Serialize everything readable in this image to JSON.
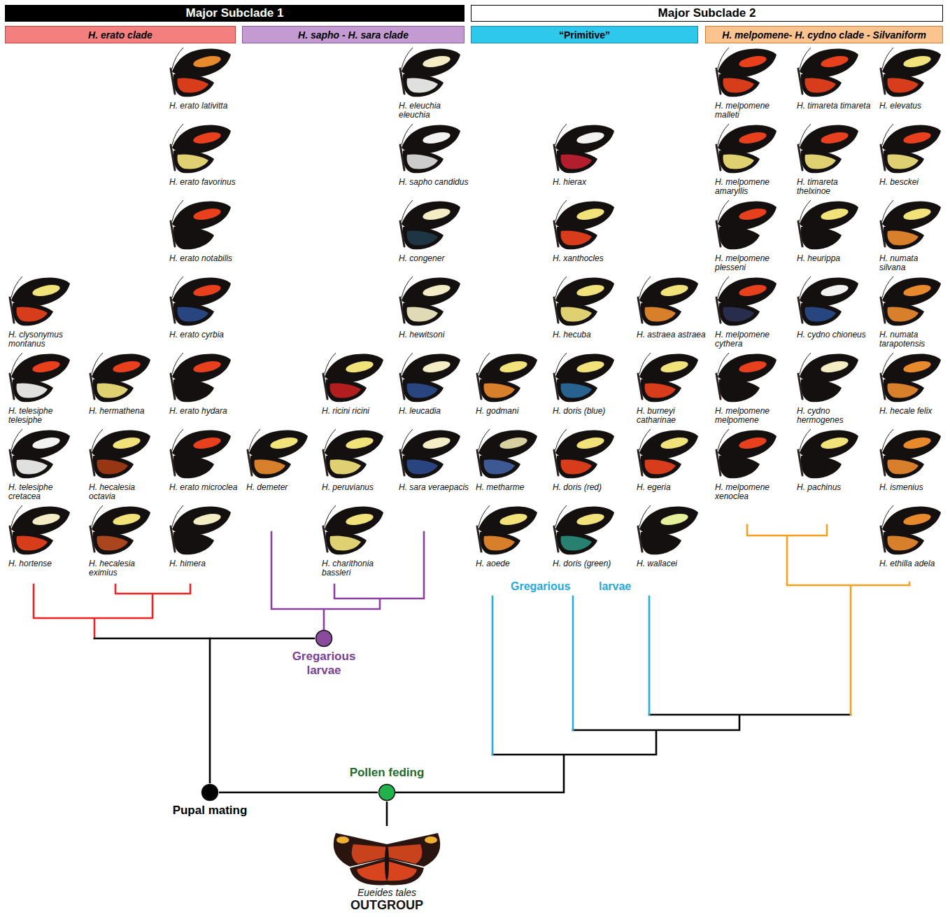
{
  "diagram": {
    "nodes": [
      {
        "text": [
          "Major Subclade 1"
        ]
      },
      {
        "text": [
          "Major Subclade 2"
        ]
      },
      {
        "text": [
          "H. erato clade"
        ]
      },
      {
        "text": [
          "H. sapho - H. sara clade"
        ]
      },
      {
        "text": [
          "“Primitive”"
        ]
      },
      {
        "text": [
          "H. melpomene- H. cydno clade - Silvaniform"
        ]
      },
      {
        "text": [
          "Gregarious larvae"
        ]
      },
      {
        "text": [
          "Pupal mating"
        ]
      },
      {
        "text": [
          "Pollen feding"
        ]
      },
      {
        "text": [
          "Eueides tales",
          "OUTGROUP"
        ]
      }
    ],
    "edges": [
      {
        "from": 7,
        "to": 6,
        "arrow": "none"
      },
      {
        "from": 8,
        "to": 7,
        "arrow": "none"
      },
      {
        "from": 8,
        "to": 9,
        "arrow": "none"
      }
    ],
    "labels": [
      "H. clysonymus montanus",
      "H. telesiphe telesiphe",
      "H. telesiphe cretacea",
      "H. hortense",
      "H. hermathena",
      "H. hecalesia octavia",
      "H. hecalesia eximius",
      "H. erato lativitta",
      "H. erato favorinus",
      "H. erato notabilis",
      "H. erato cyrbia",
      "H. erato hydara",
      "H. erato microclea",
      "H. himera",
      "H. demeter",
      "H. ricini ricini",
      "H. peruvianus",
      "H. charithonia bassleri",
      "H. eleuchia eleuchia",
      "H. sapho candidus",
      "H. congener",
      "H. hewitsoni",
      "H. leucadia",
      "H. sara veraepacis",
      "H. godmani",
      "H. metharme",
      "H. aoede",
      "H. hierax",
      "H. xanthocles",
      "H. hecuba",
      "H. doris (blue)",
      "H. doris (red)",
      "H. doris (green)",
      "H. astraea astraea",
      "H. burneyi catharinae",
      "H. egeria",
      "H. wallacei",
      "H. melpomene malleti",
      "H. melpomene amaryllis",
      "H. melpomene plesseni",
      "H. melpomene cythera",
      "H. melpomene melpomene",
      "H. melpomene xenoclea",
      "H. timareta timareta",
      "H. timareta thelxinoe",
      "H. heurippa",
      "H. cydno chioneus",
      "H. cydno hermogenes",
      "H. pachinus",
      "H. elevatus",
      "H. besckei",
      "H. numata silvana",
      "H. numata tarapotensis",
      "H. hecale felix",
      "H. ismenius",
      "H. ethilla adela",
      "Gregarious",
      "larvae"
    ]
  }
}
